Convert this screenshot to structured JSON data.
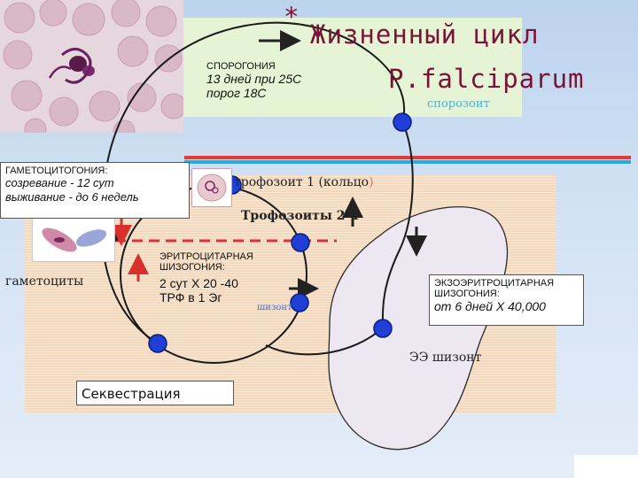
{
  "title": {
    "star": "*",
    "line1": "Жизненный цикл",
    "line2": "P.falciparum"
  },
  "sporogony": {
    "heading": "СПОРОГОНИЯ",
    "line1": "13 дней при 25С",
    "line2": "порог 18С"
  },
  "sporozoite_label": "спорозоит",
  "gametocytogony": {
    "heading": "ГАМЕТОЦИТОГОНИЯ:",
    "line1": "созревание - 12 сут",
    "line2": "выживание - до 6 недель"
  },
  "trophozoite1": {
    "main": "трофозоит 1 (кольцо",
    "tail": ")"
  },
  "trophozoites24": "Трофозоиты 2-4",
  "gametocytes_label": "гаметоциты",
  "erythrocytic": {
    "heading1": "ЭРИТРОЦИТАРНАЯ",
    "heading2": "ШИЗОГОНИЯ:",
    "line1": "2 сут Х 20 -40",
    "line2": "ТРФ в 1 Эг"
  },
  "schizont_small_label": "шизонт",
  "exoerythrocytic": {
    "heading1": "ЭКЗОЭРИТРОЦИТАРНАЯ",
    "heading2": "ШИЗОГОНИЯ:",
    "line1": "от 6 дней Х 40,000"
  },
  "ee_schizont_label": "ЭЭ шизонт",
  "sequestration_label": "Секвестрация",
  "colors": {
    "title": "#7a1436",
    "node_fill": "#1f3fd6",
    "dashed_line": "#e0303a",
    "arrow_red": "#d8302a",
    "arrow_dark": "#222222",
    "green_panel": "#e4f4d4",
    "tan_panel": "#f3d9bd",
    "sporozoite_text": "#4ab0d8"
  },
  "icons": [
    "blood-smear-photo",
    "ring-form-cell",
    "gametocyte-cells",
    "liver-shape"
  ]
}
